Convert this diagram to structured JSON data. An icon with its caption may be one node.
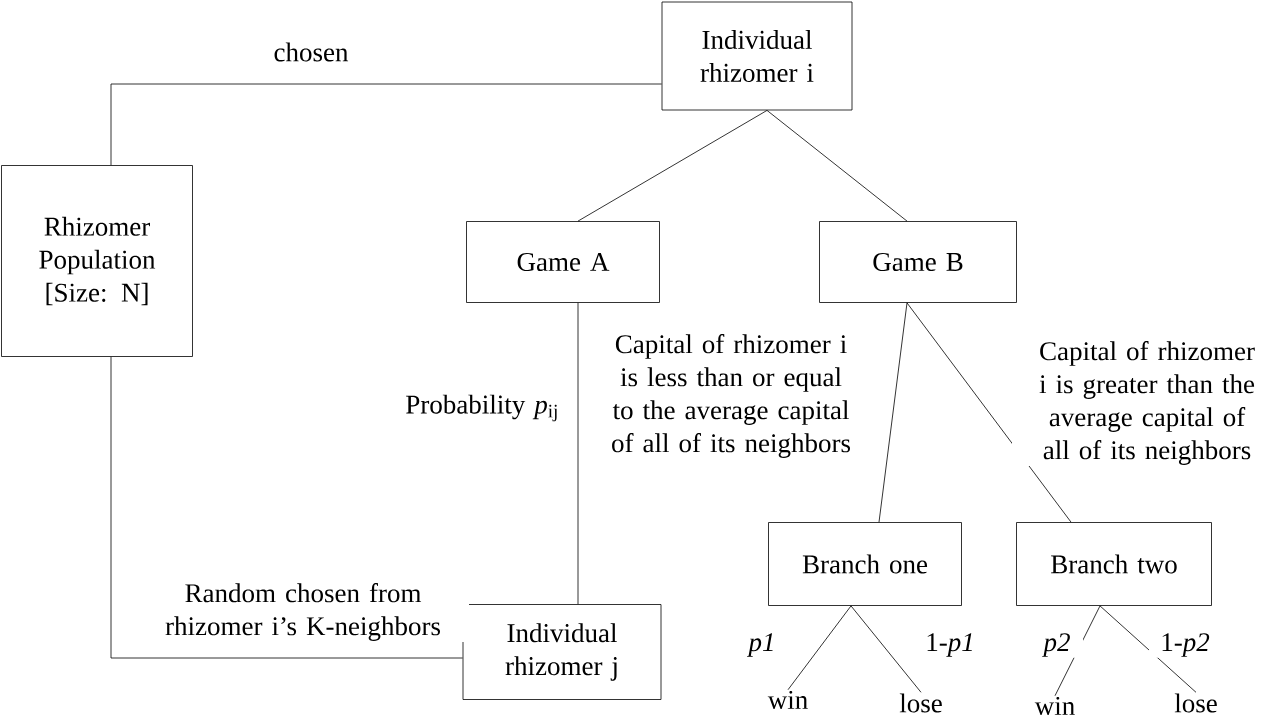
{
  "diagram": {
    "nodes": [
      {
        "text": [
          "Individual rhizomer i"
        ]
      },
      {
        "text": [
          "Rhizomer Population [Size: N]"
        ]
      },
      {
        "text": [
          "Game A"
        ]
      },
      {
        "text": [
          "Game B"
        ]
      },
      {
        "text": [
          "Individual rhizomer j"
        ]
      },
      {
        "text": [
          "Branch one"
        ]
      },
      {
        "text": [
          "Branch two"
        ]
      },
      {
        "text": [
          "win"
        ]
      },
      {
        "text": [
          "lose"
        ]
      },
      {
        "text": [
          "win"
        ]
      },
      {
        "text": [
          "lose"
        ]
      }
    ],
    "edges": [
      {
        "from": 0,
        "to": 1,
        "arrow": "none",
        "label": "chosen"
      },
      {
        "from": 1,
        "to": 4,
        "arrow": "none",
        "label": "Random chosen from rhizomer i’s K-neighbors"
      },
      {
        "from": 0,
        "to": 2,
        "arrow": "none"
      },
      {
        "from": 0,
        "to": 3,
        "arrow": "none"
      },
      {
        "from": 2,
        "to": 4,
        "arrow": "none",
        "label": "Probability *p*$_{ij}$"
      },
      {
        "from": 3,
        "to": 5,
        "arrow": "none",
        "label": "Capital of rhizomer i is less than or equal to the average capital of all of its neighbors"
      },
      {
        "from": 3,
        "to": 6,
        "arrow": "none",
        "label": "Capital of rhizomer i is greater than the average capital of all of its neighbors"
      },
      {
        "from": 5,
        "to": 7,
        "arrow": "none",
        "label": "*p1*"
      },
      {
        "from": 5,
        "to": 8,
        "arrow": "none",
        "label": "1-*p1*"
      },
      {
        "from": 6,
        "to": 9,
        "arrow": "none",
        "label": "*p2*"
      },
      {
        "from": 6,
        "to": 10,
        "arrow": "none",
        "label": "1-*p2*"
      }
    ]
  }
}
